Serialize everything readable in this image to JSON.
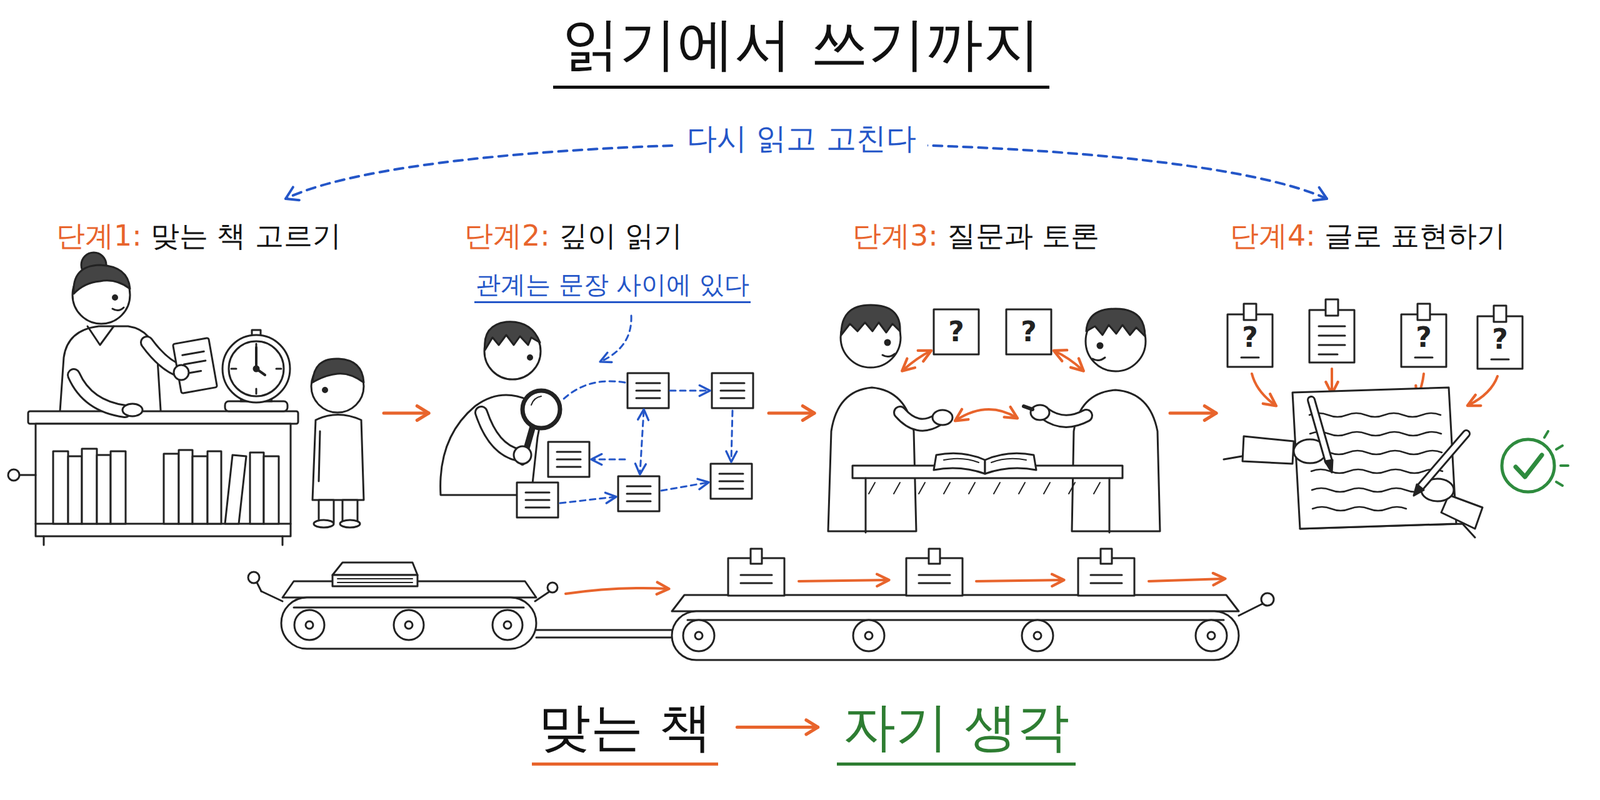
{
  "diagram": {
    "title": "읽기에서 쓰기까지",
    "nodes": [
      {
        "text": [
          "단계1:",
          "맞는 책 고르기"
        ]
      },
      {
        "text": [
          "단계2:",
          "깊이 읽기"
        ]
      },
      {
        "text": [
          "단계3:",
          "질문과 토론"
        ]
      },
      {
        "text": [
          "단계4:",
          "글로 표현하기"
        ]
      },
      {
        "text": [
          "맞는 책"
        ]
      },
      {
        "text": [
          "자기 생각"
        ]
      }
    ],
    "edges": [
      {
        "from": 0,
        "to": 1,
        "arrow": "to"
      },
      {
        "from": 1,
        "to": 2,
        "arrow": "to"
      },
      {
        "from": 2,
        "to": 3,
        "arrow": "to"
      },
      {
        "from": 3,
        "to": 0,
        "label": "다시 읽고 고친다",
        "arrow": "both"
      },
      {
        "from": 4,
        "to": 5,
        "arrow": "to"
      }
    ],
    "labels": [
      "관계는 문장 사이에 있다",
      "?",
      "?",
      "?",
      "?",
      "?"
    ]
  }
}
